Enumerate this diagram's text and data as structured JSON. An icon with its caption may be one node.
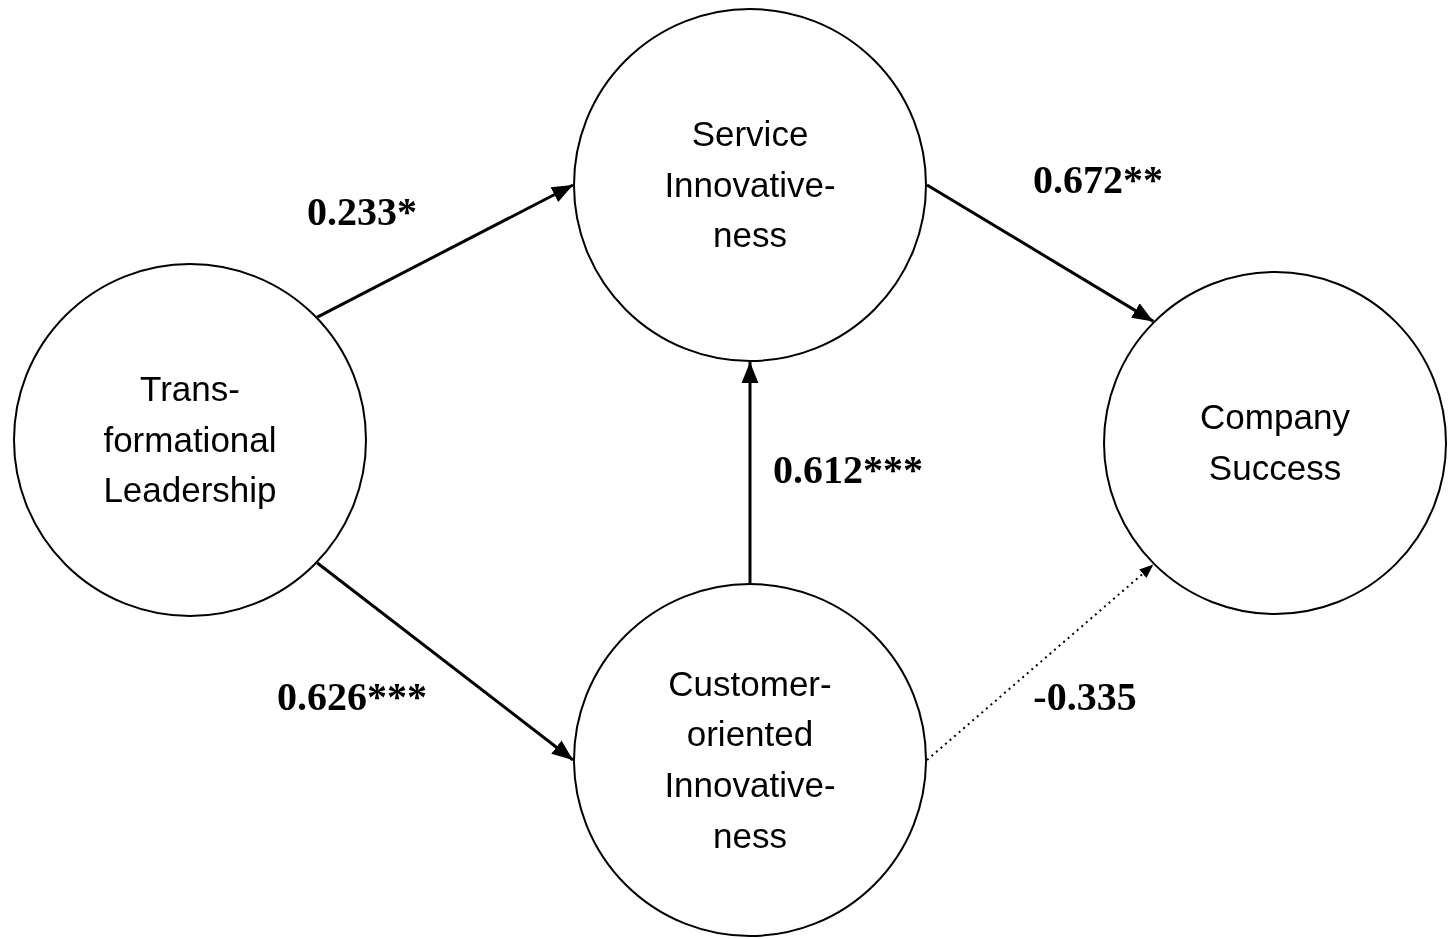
{
  "diagram": {
    "nodes": [
      {
        "text": [
          "Trans- formational Leadership"
        ]
      },
      {
        "text": [
          "Service Innovative- ness"
        ]
      },
      {
        "text": [
          "Company Success"
        ]
      },
      {
        "text": [
          "Customer- oriented Innovative- ness"
        ]
      }
    ],
    "edges": [
      {
        "from": 0,
        "to": 1,
        "arrow": "to",
        "label": "0.233*"
      },
      {
        "from": 0,
        "to": 3,
        "arrow": "to",
        "label": "0.626***"
      },
      {
        "from": 3,
        "to": 1,
        "arrow": "to",
        "label": "0.612***"
      },
      {
        "from": 1,
        "to": 2,
        "arrow": "to",
        "label": "0.672**"
      },
      {
        "from": 3,
        "to": 2,
        "arrow": "to",
        "label": "-0.335",
        "style": "dashed"
      }
    ]
  }
}
